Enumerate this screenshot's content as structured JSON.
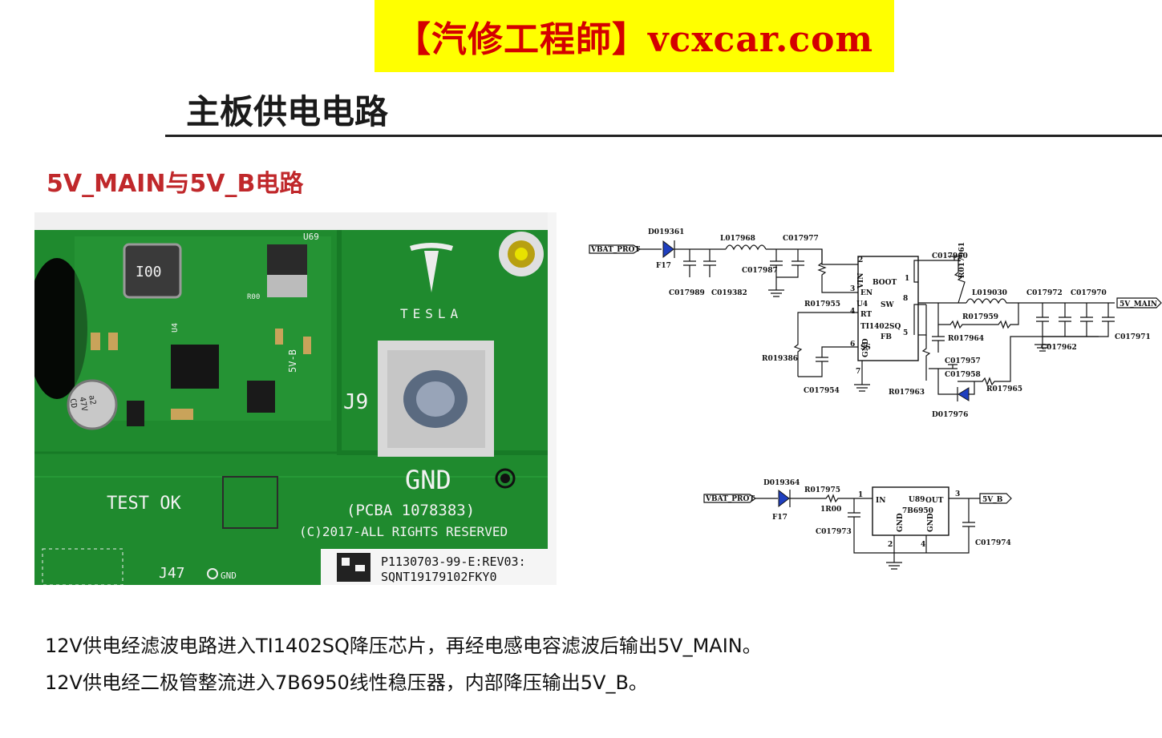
{
  "banner": "【汽修工程師】vcxcar.com",
  "title": "主板供电电路",
  "subtitle": "5V_MAIN与5V_B电路",
  "pcb": {
    "u69": "U69",
    "u4": "U4",
    "r00": "R00",
    "i00": "I00",
    "cap": [
      "a2",
      "47V",
      "CD"
    ],
    "five_v_b": "5V-B",
    "brand": "TESLA",
    "j9": "J9",
    "gnd": "GND",
    "test_ok": "TEST OK",
    "pcba": "(PCBA 1078383)",
    "copyright": "(C)2017-ALL RIGHTS RESERVED",
    "j47": "J47",
    "j47_gnd": "GND",
    "label_line1": "P1130703-99-E:REV03:",
    "label_line2": "SQNT19179102FKY0"
  },
  "schematic_main": {
    "vbat": "VBAT_PROT",
    "d1": "D019361",
    "f17": "F17",
    "l1": "L017968",
    "c1": "C017977",
    "c2": "C017987",
    "c3": "C017989",
    "c4": "C019382",
    "r_en": "R017955",
    "r_rt": "R019386",
    "c_ss": "C017954",
    "u4": "U4",
    "chip": "TI1402SQ",
    "pin_vin": "VIN",
    "pin_boot": "BOOT",
    "pin_en": "EN",
    "pin_sw": "SW",
    "pin_rt": "RT",
    "pin_fb": "FB",
    "pin_ss": "SS",
    "pin_gnd": "GND",
    "n1": "1",
    "n2": "2",
    "n3": "3",
    "n4": "4",
    "n5": "5",
    "n6": "6",
    "n7": "7",
    "n8": "8",
    "c_boot": "C017960",
    "r_boot": "R017961",
    "l2": "L019030",
    "c5": "C017972",
    "c6": "C017970",
    "r_fb1": "R017959",
    "r_fb2": "R017964",
    "c_fb": "C017957",
    "c_fb2": "C017958",
    "r_fb3": "R017963",
    "r_fb4": "R017965",
    "d2": "D017976",
    "c7": "C017962",
    "c8": "C017971",
    "out": "5V_MAIN"
  },
  "schematic_b": {
    "vbat": "VBAT_PROT",
    "d": "D019364",
    "f17": "F17",
    "r": "R017975",
    "r_val": "1R00",
    "c_in": "C017973",
    "u": "U89",
    "chip": "7B6950",
    "pin_in": "IN",
    "pin_out": "OUT",
    "pin_gnd1": "GND",
    "pin_gnd2": "GND",
    "n1": "1",
    "n2": "2",
    "n3": "3",
    "n4": "4",
    "c_out": "C017974",
    "out": "5V_B"
  },
  "desc": [
    "12V供电经滤波电路进入TI1402SQ降压芯片，再经电感电容滤波后输出5V_MAIN。",
    "12V供电经二极管整流进入7B6950线性稳压器，内部降压输出5V_B。"
  ],
  "colors": {
    "banner_bg": "#ffff00",
    "banner_text": "#d40000",
    "subtitle": "#c0282b",
    "pcb_green": "#1f8a2e",
    "diode_blue": "#1f3fbf"
  }
}
